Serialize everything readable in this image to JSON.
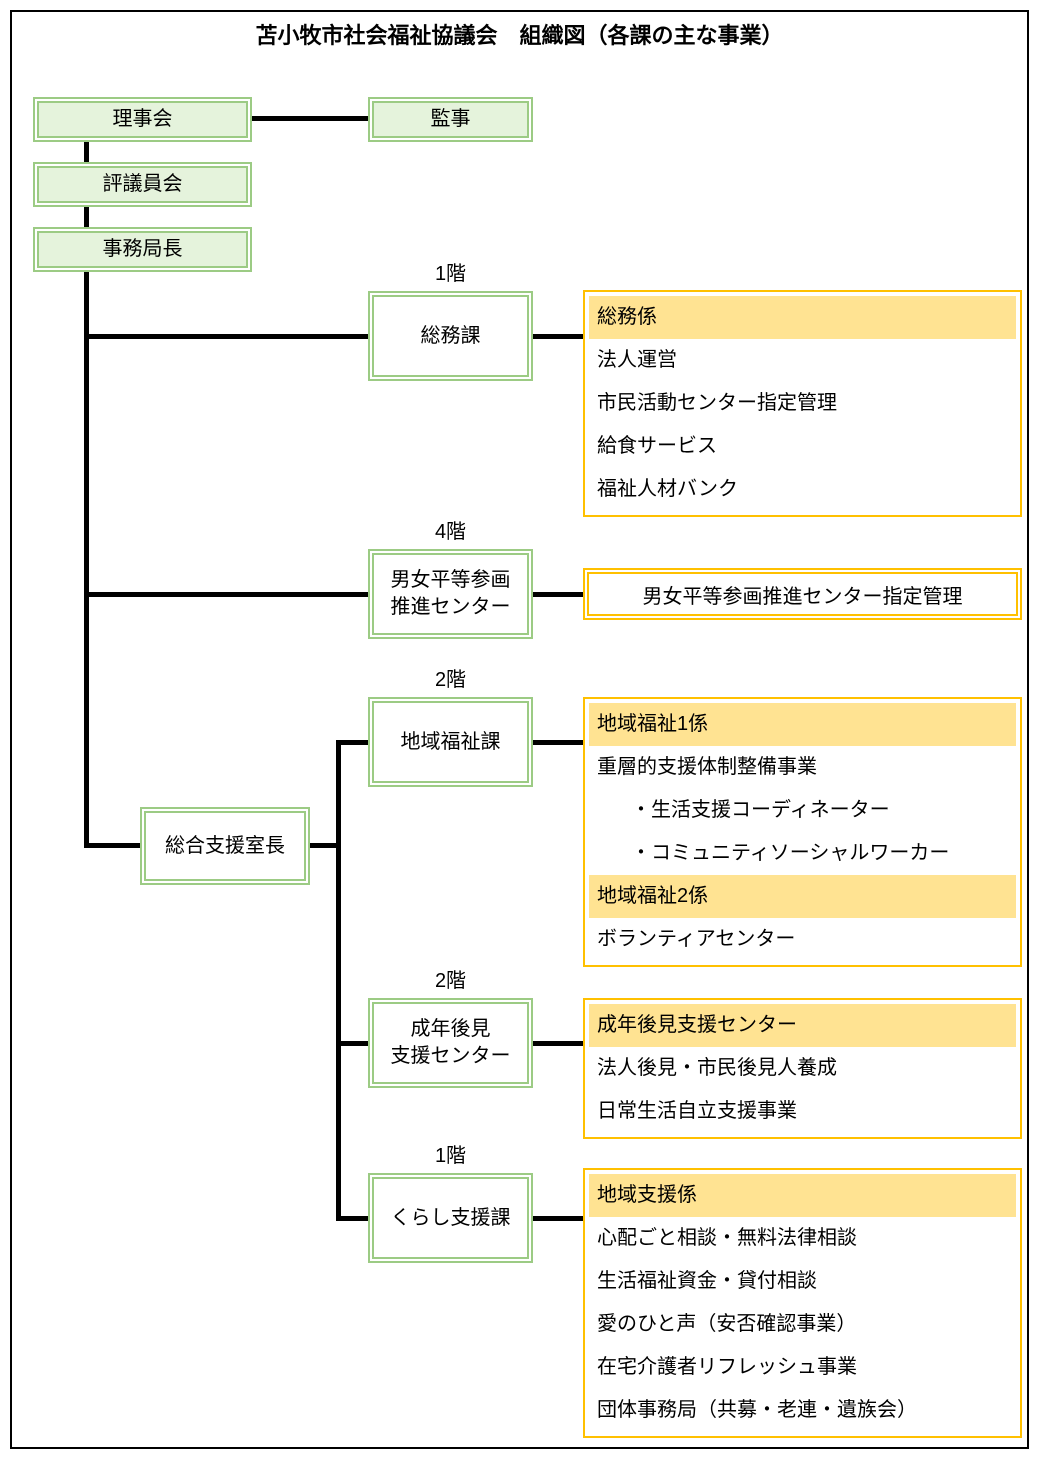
{
  "title": "苫小牧市社会福祉協議会　組織図（各課の主な事業）",
  "colors": {
    "green_border": "#9CCB84",
    "green_fill": "#E5F3DC",
    "orange_border": "#FFC000",
    "orange_header_fill": "#FFE392",
    "connector": "#000000"
  },
  "governance": {
    "board": "理事会",
    "auditor": "監事",
    "council": "評議員会",
    "secretary_general": "事務局長",
    "support_office_chief": "総合支援室長"
  },
  "departments": [
    {
      "floor": "1階",
      "name": "総務課",
      "detail": {
        "rows": [
          {
            "text": "総務係",
            "header": true
          },
          {
            "text": "法人運営",
            "header": false
          },
          {
            "text": "市民活動センター指定管理",
            "header": false
          },
          {
            "text": "給食サービス",
            "header": false
          },
          {
            "text": "福祉人材バンク",
            "header": false
          }
        ]
      }
    },
    {
      "floor": "4階",
      "name": "男女平等参画\n推進センター",
      "detail": {
        "single": "男女平等参画推進センター指定管理"
      }
    },
    {
      "floor": "2階",
      "name": "地域福祉課",
      "detail": {
        "rows": [
          {
            "text": "地域福祉1係",
            "header": true
          },
          {
            "text": "重層的支援体制整備事業",
            "header": false
          },
          {
            "text": "・生活支援コーディネーター",
            "header": false,
            "indent": true
          },
          {
            "text": "・コミュニティソーシャルワーカー",
            "header": false,
            "indent": true
          },
          {
            "text": "地域福祉2係",
            "header": true
          },
          {
            "text": "ボランティアセンター",
            "header": false
          }
        ]
      }
    },
    {
      "floor": "2階",
      "name": "成年後見\n支援センター",
      "detail": {
        "rows": [
          {
            "text": "成年後見支援センター",
            "header": true
          },
          {
            "text": "法人後見・市民後見人養成",
            "header": false
          },
          {
            "text": "日常生活自立支援事業",
            "header": false
          }
        ]
      }
    },
    {
      "floor": "1階",
      "name": "くらし支援課",
      "detail": {
        "rows": [
          {
            "text": "地域支援係",
            "header": true
          },
          {
            "text": "心配ごと相談・無料法律相談",
            "header": false
          },
          {
            "text": "生活福祉資金・貸付相談",
            "header": false
          },
          {
            "text": "愛のひと声（安否確認事業）",
            "header": false
          },
          {
            "text": "在宅介護者リフレッシュ事業",
            "header": false
          },
          {
            "text": "団体事務局（共募・老連・遺族会）",
            "header": false
          }
        ]
      }
    }
  ]
}
